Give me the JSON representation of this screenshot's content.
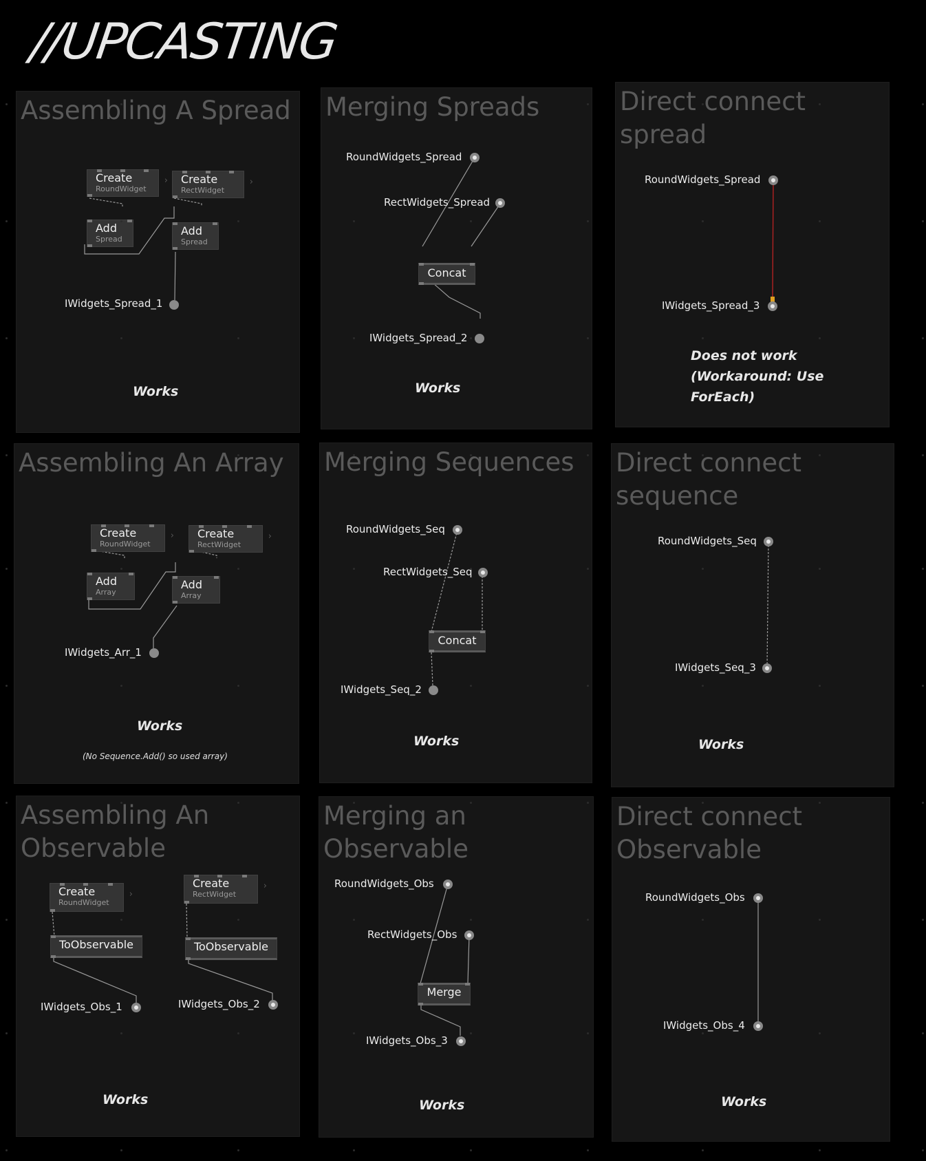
{
  "page_title": "//UPCASTING",
  "panels": {
    "spread_assemble": {
      "title": "Assembling A Spread",
      "create_round": {
        "name": "Create",
        "category": "RoundWidget"
      },
      "create_rect": {
        "name": "Create",
        "category": "RectWidget"
      },
      "add_a": {
        "name": "Add",
        "category": "Spread"
      },
      "add_b": {
        "name": "Add",
        "category": "Spread"
      },
      "pad": "IWidgets_Spread_1",
      "status": "Works"
    },
    "spread_merge": {
      "title": "Merging Spreads",
      "input_round": "RoundWidgets_Spread",
      "input_rect": "RectWidgets_Spread",
      "node": "Concat",
      "pad": "IWidgets_Spread_2",
      "status": "Works"
    },
    "spread_direct": {
      "title": "Direct connect spread",
      "input_round": "RoundWidgets_Spread",
      "pad": "IWidgets_Spread_3",
      "status": "Does not work\n(Workaround: Use\nForEach)"
    },
    "array_assemble": {
      "title": "Assembling An Array",
      "create_round": {
        "name": "Create",
        "category": "RoundWidget"
      },
      "create_rect": {
        "name": "Create",
        "category": "RectWidget"
      },
      "add_a": {
        "name": "Add",
        "category": "Array"
      },
      "add_b": {
        "name": "Add",
        "category": "Array"
      },
      "pad": "IWidgets_Arr_1",
      "status": "Works",
      "note": "(No Sequence.Add() so used array)"
    },
    "seq_merge": {
      "title": "Merging Sequences",
      "input_round": "RoundWidgets_Seq",
      "input_rect": "RectWidgets_Seq",
      "node": "Concat",
      "pad": "IWidgets_Seq_2",
      "status": "Works"
    },
    "seq_direct": {
      "title": "Direct connect sequence",
      "input_round": "RoundWidgets_Seq",
      "pad": "IWidgets_Seq_3",
      "status": "Works"
    },
    "obs_assemble": {
      "title": "Assembling An\nObservable",
      "create_round": {
        "name": "Create",
        "category": "RoundWidget"
      },
      "create_rect": {
        "name": "Create",
        "category": "RectWidget"
      },
      "to_obs_a": "ToObservable",
      "to_obs_b": "ToObservable",
      "pad_a": "IWidgets_Obs_1",
      "pad_b": "IWidgets_Obs_2",
      "status": "Works"
    },
    "obs_merge": {
      "title": "Merging an Observable",
      "input_round": "RoundWidgets_Obs",
      "input_rect": "RectWidgets_Obs",
      "node": "Merge",
      "pad": "IWidgets_Obs_3",
      "status": "Works"
    },
    "obs_direct": {
      "title": "Direct connect\nObservable",
      "input_round": "RoundWidgets_Obs",
      "pad": "IWidgets_Obs_4",
      "status": "Works"
    }
  },
  "colors": {
    "background": "#000000",
    "panel": "#161616",
    "link": "#9a9a9a",
    "error_link": "#b22222",
    "error_marker": "#e0a020"
  }
}
